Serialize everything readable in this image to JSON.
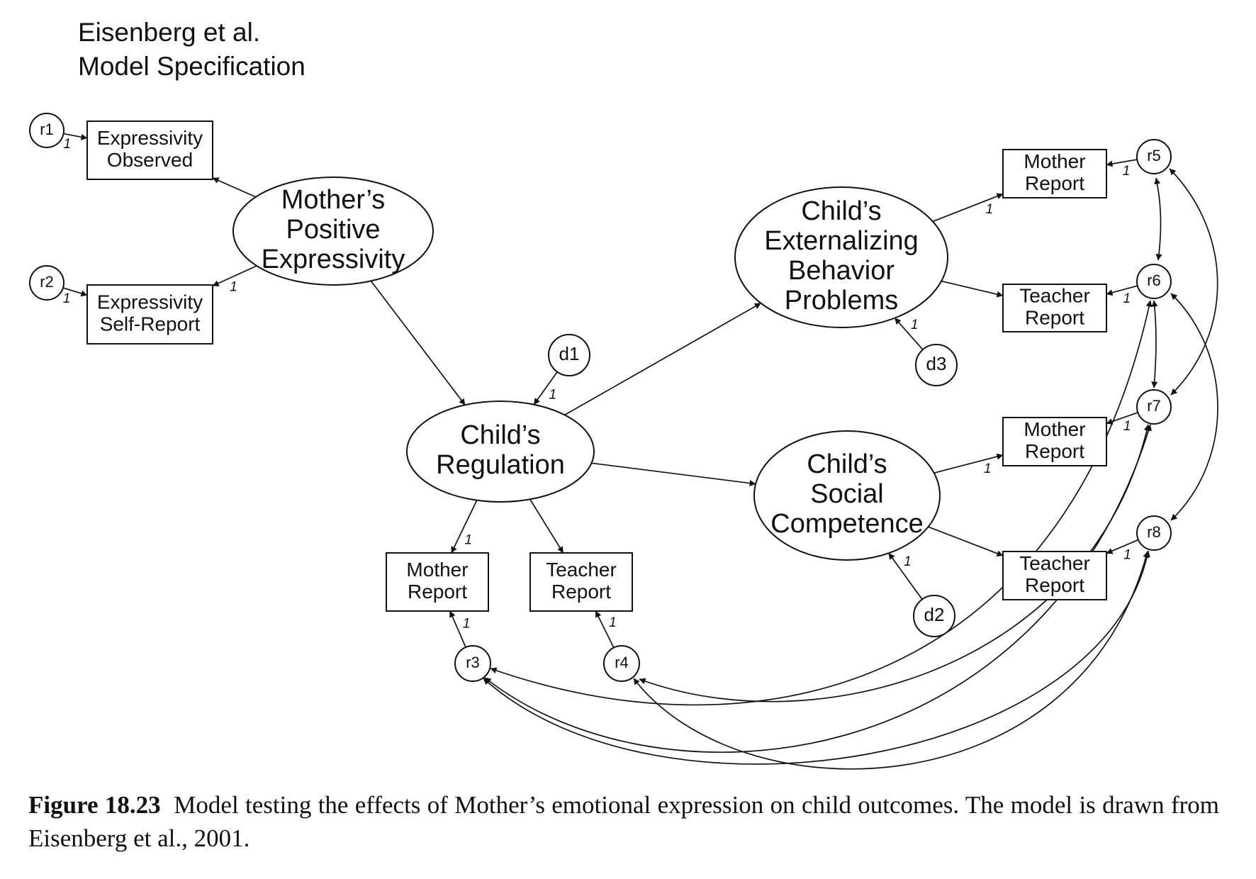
{
  "title": [
    "Eisenberg et al.",
    "Model Specification"
  ],
  "caption": {
    "figure": "Figure 18.23",
    "text": "Model testing the effects of Mother’s emotional expression on child outcomes. The model is drawn from Eisenberg et al., 2001."
  },
  "path_label": "1",
  "nodes": [
    {
      "id": "mpe",
      "kind": "latent",
      "lines": [
        "Mother’s",
        "Positive",
        "Expressivity"
      ]
    },
    {
      "id": "cr",
      "kind": "latent",
      "lines": [
        "Child’s",
        "Regulation"
      ]
    },
    {
      "id": "cebp",
      "kind": "latent",
      "lines": [
        "Child’s",
        "Externalizing",
        "Behavior",
        "Problems"
      ]
    },
    {
      "id": "csc",
      "kind": "latent",
      "lines": [
        "Child’s",
        "Social",
        "Competence"
      ]
    },
    {
      "id": "eo",
      "kind": "observed",
      "lines": [
        "Expressivity",
        "Observed"
      ]
    },
    {
      "id": "esr",
      "kind": "observed",
      "lines": [
        "Expressivity",
        "Self-Report"
      ]
    },
    {
      "id": "mr1",
      "kind": "observed",
      "lines": [
        "Mother",
        "Report"
      ]
    },
    {
      "id": "tr1",
      "kind": "observed",
      "lines": [
        "Teacher",
        "Report"
      ]
    },
    {
      "id": "mr2",
      "kind": "observed",
      "lines": [
        "Mother",
        "Report"
      ]
    },
    {
      "id": "tr2",
      "kind": "observed",
      "lines": [
        "Teacher",
        "Report"
      ]
    },
    {
      "id": "mr3",
      "kind": "observed",
      "lines": [
        "Mother",
        "Report"
      ]
    },
    {
      "id": "tr3",
      "kind": "observed",
      "lines": [
        "Teacher",
        "Report"
      ]
    },
    {
      "id": "r1",
      "kind": "error",
      "lines": [
        "r1"
      ]
    },
    {
      "id": "r2",
      "kind": "error",
      "lines": [
        "r2"
      ]
    },
    {
      "id": "r3",
      "kind": "error",
      "lines": [
        "r3"
      ]
    },
    {
      "id": "r4",
      "kind": "error",
      "lines": [
        "r4"
      ]
    },
    {
      "id": "r5",
      "kind": "error",
      "lines": [
        "r5"
      ]
    },
    {
      "id": "r6",
      "kind": "error",
      "lines": [
        "r6"
      ]
    },
    {
      "id": "r7",
      "kind": "error",
      "lines": [
        "r7"
      ]
    },
    {
      "id": "r8",
      "kind": "error",
      "lines": [
        "r8"
      ]
    },
    {
      "id": "d1",
      "kind": "error",
      "lines": [
        "d1"
      ]
    },
    {
      "id": "d2",
      "kind": "error",
      "lines": [
        "d2"
      ]
    },
    {
      "id": "d3",
      "kind": "error",
      "lines": [
        "d3"
      ]
    }
  ],
  "paths": [
    {
      "from": "r1",
      "to": "eo",
      "fixed": "1"
    },
    {
      "from": "r2",
      "to": "esr",
      "fixed": "1"
    },
    {
      "from": "mpe",
      "to": "eo"
    },
    {
      "from": "mpe",
      "to": "esr",
      "fixed": "1"
    },
    {
      "from": "mpe",
      "to": "cr"
    },
    {
      "from": "d1",
      "to": "cr",
      "fixed": "1"
    },
    {
      "from": "cr",
      "to": "mr1",
      "fixed": "1"
    },
    {
      "from": "cr",
      "to": "tr1"
    },
    {
      "from": "r3",
      "to": "mr1",
      "fixed": "1"
    },
    {
      "from": "r4",
      "to": "tr1",
      "fixed": "1"
    },
    {
      "from": "cr",
      "to": "cebp"
    },
    {
      "from": "cr",
      "to": "csc"
    },
    {
      "from": "d3",
      "to": "cebp",
      "fixed": "1"
    },
    {
      "from": "d2",
      "to": "csc",
      "fixed": "1"
    },
    {
      "from": "cebp",
      "to": "mr2",
      "fixed": "1"
    },
    {
      "from": "cebp",
      "to": "tr2"
    },
    {
      "from": "csc",
      "to": "mr3",
      "fixed": "1"
    },
    {
      "from": "csc",
      "to": "tr3"
    },
    {
      "from": "r5",
      "to": "mr2",
      "fixed": "1"
    },
    {
      "from": "r6",
      "to": "tr2",
      "fixed": "1"
    },
    {
      "from": "r7",
      "to": "mr3",
      "fixed": "1"
    },
    {
      "from": "r8",
      "to": "tr3",
      "fixed": "1"
    }
  ],
  "covariances": [
    {
      "a": "r5",
      "b": "r6"
    },
    {
      "a": "r5",
      "b": "r7"
    },
    {
      "a": "r6",
      "b": "r8"
    },
    {
      "a": "r7",
      "b": "r6"
    },
    {
      "a": "r3",
      "b": "r6"
    },
    {
      "a": "r4",
      "b": "r7"
    },
    {
      "a": "r3",
      "b": "r7"
    },
    {
      "a": "r4",
      "b": "r8"
    },
    {
      "a": "r3",
      "b": "r8"
    }
  ]
}
